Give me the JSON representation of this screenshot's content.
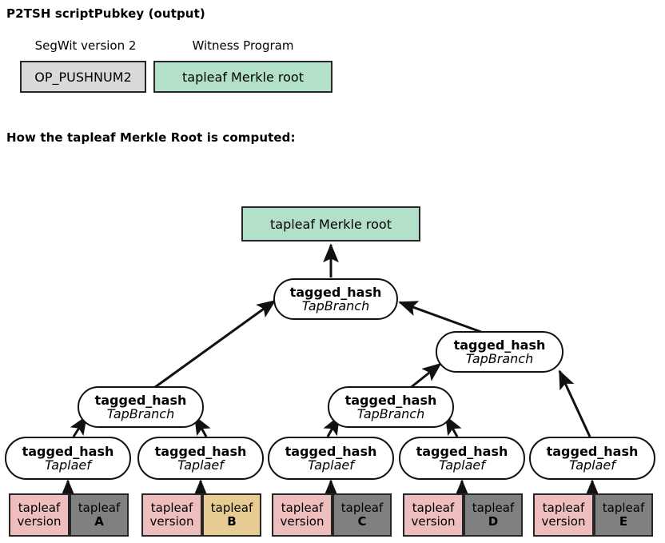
{
  "headings": {
    "p2tsh": "P2TSH scriptPubkey (output)",
    "how": "How the tapleaf Merkle Root is computed:"
  },
  "script_pubkey": {
    "segwit_label": "SegWit version 2",
    "segwit_value": "OP_PUSHNUM2",
    "witness_label": "Witness Program",
    "witness_value": "tapleaf Merkle root"
  },
  "tree": {
    "root_result": "tapleaf Merkle root",
    "branch_title": "tagged_hash",
    "branch_sub": "TapBranch",
    "leaf_title": "tagged_hash",
    "leaf_sub": "Taplaef"
  },
  "branches": [
    {
      "id": "root",
      "title": "tagged_hash",
      "sub": "TapBranch"
    },
    {
      "id": "right",
      "title": "tagged_hash",
      "sub": "TapBranch"
    },
    {
      "id": "left-ab",
      "title": "tagged_hash",
      "sub": "TapBranch"
    },
    {
      "id": "mid-cd",
      "title": "tagged_hash",
      "sub": "TapBranch"
    }
  ],
  "leaf_hashes": [
    {
      "id": "A",
      "title": "tagged_hash",
      "sub": "Taplaef"
    },
    {
      "id": "B",
      "title": "tagged_hash",
      "sub": "Taplaef"
    },
    {
      "id": "C",
      "title": "tagged_hash",
      "sub": "Taplaef"
    },
    {
      "id": "D",
      "title": "tagged_hash",
      "sub": "Taplaef"
    },
    {
      "id": "E",
      "title": "tagged_hash",
      "sub": "Taplaef"
    }
  ],
  "leaves": [
    {
      "id": "A",
      "version_line1": "tapleaf",
      "version_line2": "version",
      "script_line1": "tapleaf",
      "script_line2": "A",
      "color": "#808080"
    },
    {
      "id": "B",
      "version_line1": "tapleaf",
      "version_line2": "version",
      "script_line1": "tapleaf",
      "script_line2": "B",
      "color": "#e6cc92"
    },
    {
      "id": "C",
      "version_line1": "tapleaf",
      "version_line2": "version",
      "script_line1": "tapleaf",
      "script_line2": "C",
      "color": "#808080"
    },
    {
      "id": "D",
      "version_line1": "tapleaf",
      "version_line2": "version",
      "script_line1": "tapleaf",
      "script_line2": "D",
      "color": "#808080"
    },
    {
      "id": "E",
      "version_line1": "tapleaf",
      "version_line2": "version",
      "script_line1": "tapleaf",
      "script_line2": "E",
      "color": "#808080"
    }
  ],
  "colors": {
    "mint": "#b2e0c8",
    "gray_box": "#d9d9d9",
    "pink": "#eebdbd",
    "dark_gray": "#808080",
    "tan": "#e6cc92",
    "stroke": "#262626"
  }
}
